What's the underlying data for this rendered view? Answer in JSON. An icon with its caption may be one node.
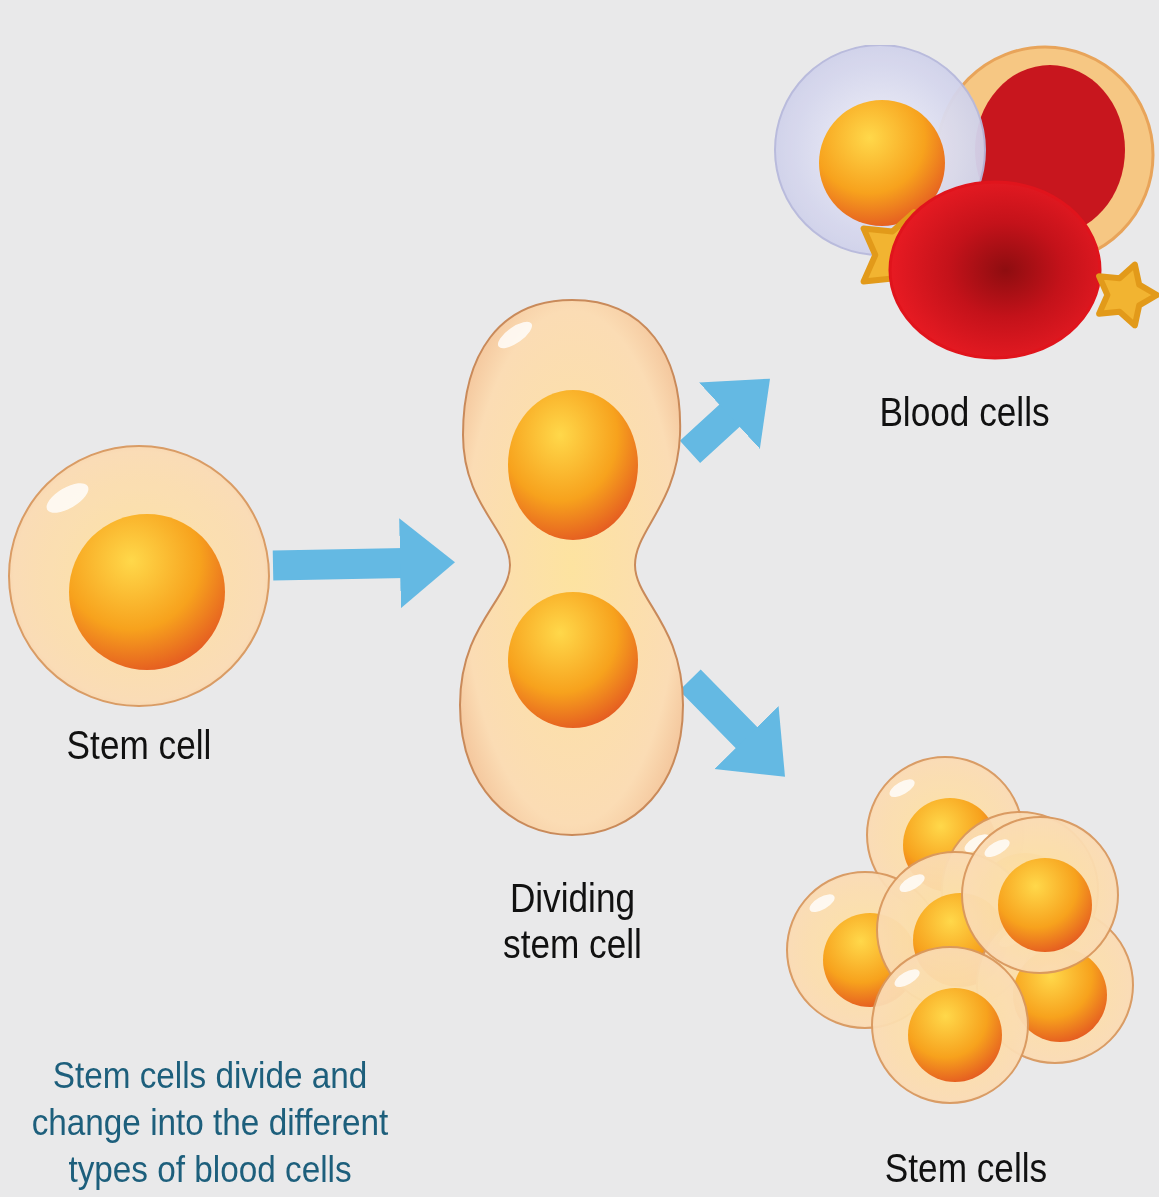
{
  "diagram": {
    "caption": "Stem cells divide and change into the different types of blood cells",
    "nodes": [
      {
        "text": [
          "Stem cell"
        ]
      },
      {
        "text": [
          "Dividing stem cell"
        ]
      },
      {
        "text": [
          "Blood cells"
        ]
      },
      {
        "text": [
          "Stem cells"
        ]
      }
    ],
    "edges": [
      {
        "from": 0,
        "to": 1,
        "arrow": "to"
      },
      {
        "from": 1,
        "to": 2,
        "arrow": "to"
      },
      {
        "from": 1,
        "to": 3,
        "arrow": "to"
      }
    ]
  }
}
